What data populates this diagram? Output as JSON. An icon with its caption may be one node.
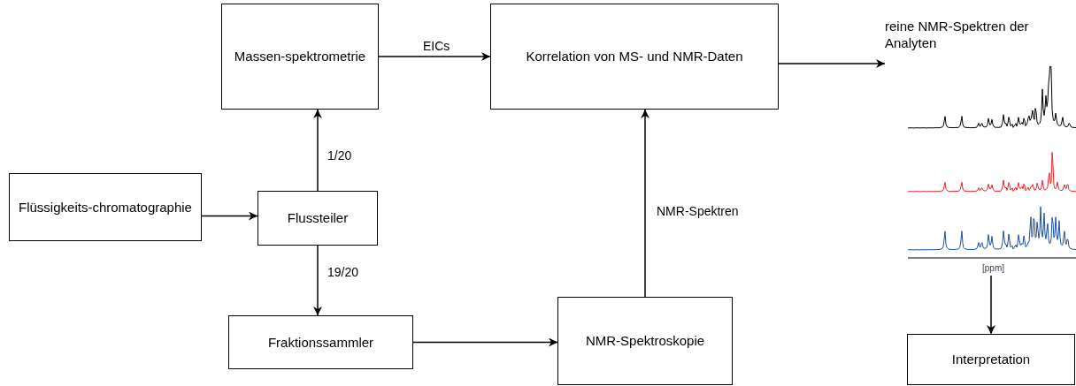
{
  "diagram": {
    "nodes": [
      {
        "text": [
          "Flüssigkeits-chromatographie"
        ]
      },
      {
        "text": [
          "Flussteiler"
        ]
      },
      {
        "text": [
          "Massen-spektrometrie"
        ]
      },
      {
        "text": [
          "Fraktionssammler"
        ]
      },
      {
        "text": [
          "Korrelation von MS- und NMR-Daten"
        ]
      },
      {
        "text": [
          "NMR-Spektroskopie"
        ]
      },
      {
        "text": [
          "reine NMR-Spektren der Analyten",
          "[ppm]"
        ]
      },
      {
        "text": [
          "Interpretation"
        ]
      }
    ],
    "edges": [
      {
        "from": 0,
        "to": 1,
        "arrow": "to"
      },
      {
        "from": 1,
        "to": 2,
        "arrow": "to",
        "label": "1/20"
      },
      {
        "from": 1,
        "to": 3,
        "arrow": "to",
        "label": "19/20"
      },
      {
        "from": 2,
        "to": 4,
        "arrow": "to",
        "label": "EICs"
      },
      {
        "from": 3,
        "to": 5,
        "arrow": "to"
      },
      {
        "from": 5,
        "to": 4,
        "arrow": "to",
        "label": "NMR-Spektren"
      },
      {
        "from": 4,
        "to": 6,
        "arrow": "to"
      },
      {
        "from": 6,
        "to": 7,
        "arrow": "to"
      }
    ]
  }
}
